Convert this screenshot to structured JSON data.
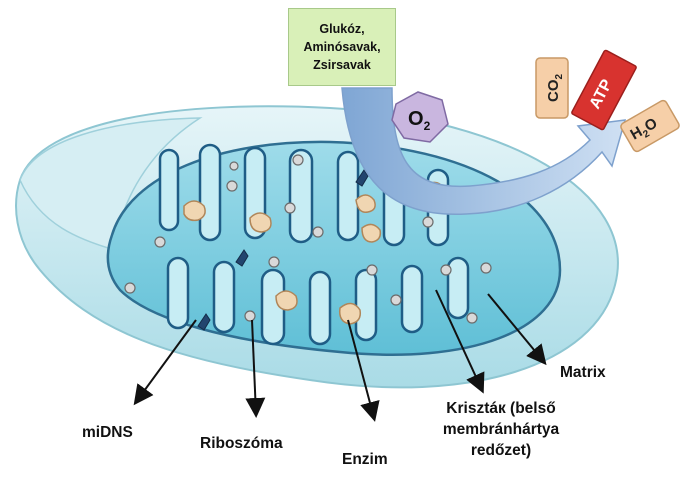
{
  "inputs": [
    "Glukóz,",
    "Aminósavak,",
    "Zsirsavak"
  ],
  "oxygen": {
    "symbol": "O",
    "subscript": "2"
  },
  "products": {
    "co2": {
      "symbol": "CO",
      "subscript": "2"
    },
    "atp": "ATP",
    "h2o": {
      "symbol": "H",
      "subscript": "2",
      "rest": "O"
    }
  },
  "labels": {
    "midns": "miDNS",
    "riboszoma": "Riboszóma",
    "enzim": "Enzim",
    "krisztak": [
      "Krisztáк (belső",
      "membránhártya",
      "redőzet)"
    ],
    "matrix": "Matrix"
  },
  "colors": {
    "outer_membrane": "#bfe3ea",
    "matrix": "#7fd0e3",
    "cristae_edge": "#1f5d86",
    "input_box": "#d9f0b8",
    "oxygen": "#c9b6df",
    "atp": "#d8332f",
    "co2_h2o": "#f6cfa8",
    "arrow": "#a9c4e3"
  }
}
